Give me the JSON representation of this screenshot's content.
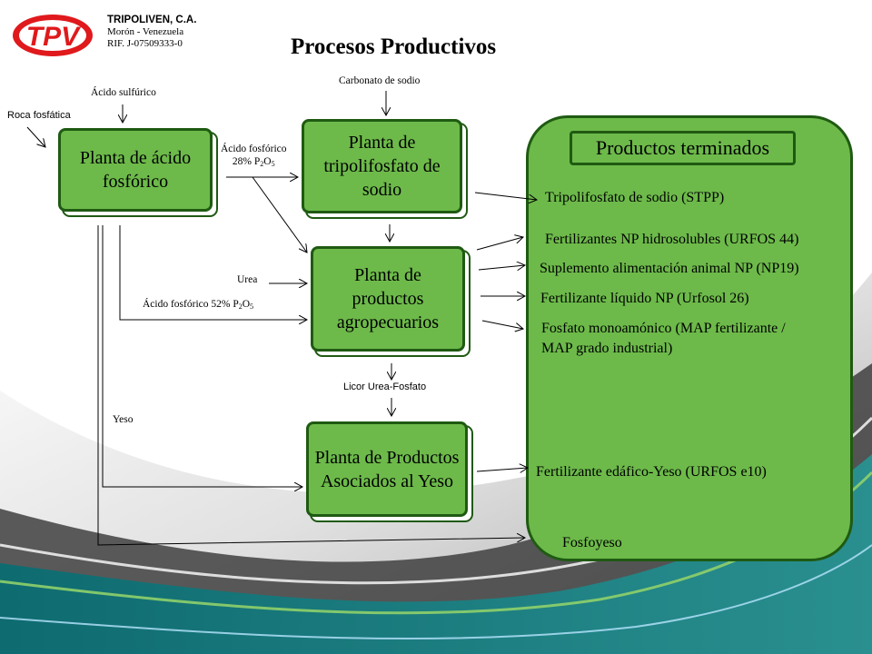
{
  "company": {
    "logo_text": "TPV",
    "name": "TRIPOLIVEN,  C.A.",
    "location": "Morón - Venezuela",
    "rif": "RIF. J-07509333-0"
  },
  "title": "Procesos Productivos",
  "inputs": {
    "roca": "Roca fosfática",
    "acido_sulfurico": "Ácido sulfúrico",
    "carbonato": "Carbonato de sodio",
    "urea": "Urea",
    "acido52": {
      "text": "Ácido fosfórico 52% P",
      "sub1": "2",
      "mid": "O",
      "sub2": "5"
    },
    "acido28": {
      "line1": "Ácido fosfórico",
      "text": "28% P",
      "sub1": "2",
      "mid": "O",
      "sub2": "5"
    },
    "licor": "Licor  Urea-Fosfato",
    "yeso": "Yeso"
  },
  "plants": {
    "acido_fosforico": "Planta de ácido fosfórico",
    "tripolifosfato": "Planta de tripolifosfato de sodio",
    "agropecuarios": "Planta de productos agropecuarios",
    "asociados_yeso": "Planta de Productos Asociados al Yeso"
  },
  "products": {
    "title": "Productos terminados",
    "items": [
      "Tripolifosfato de sodio (STPP)",
      "Fertilizantes NP hidrosolubles (URFOS 44)",
      "Suplemento alimentación animal NP (NP19)",
      "Fertilizante líquido NP (Urfosol 26)",
      "Fosfato monoamónico (MAP fertilizante /",
      "MAP grado industrial)",
      "Fertilizante edáfico-Yeso (URFOS e10)",
      "Fosfoyeso"
    ]
  },
  "colors": {
    "box_fill": "#6dba4a",
    "box_border": "#1f5a12",
    "logo_red": "#e0191c",
    "teal": "#1a7c7e"
  }
}
